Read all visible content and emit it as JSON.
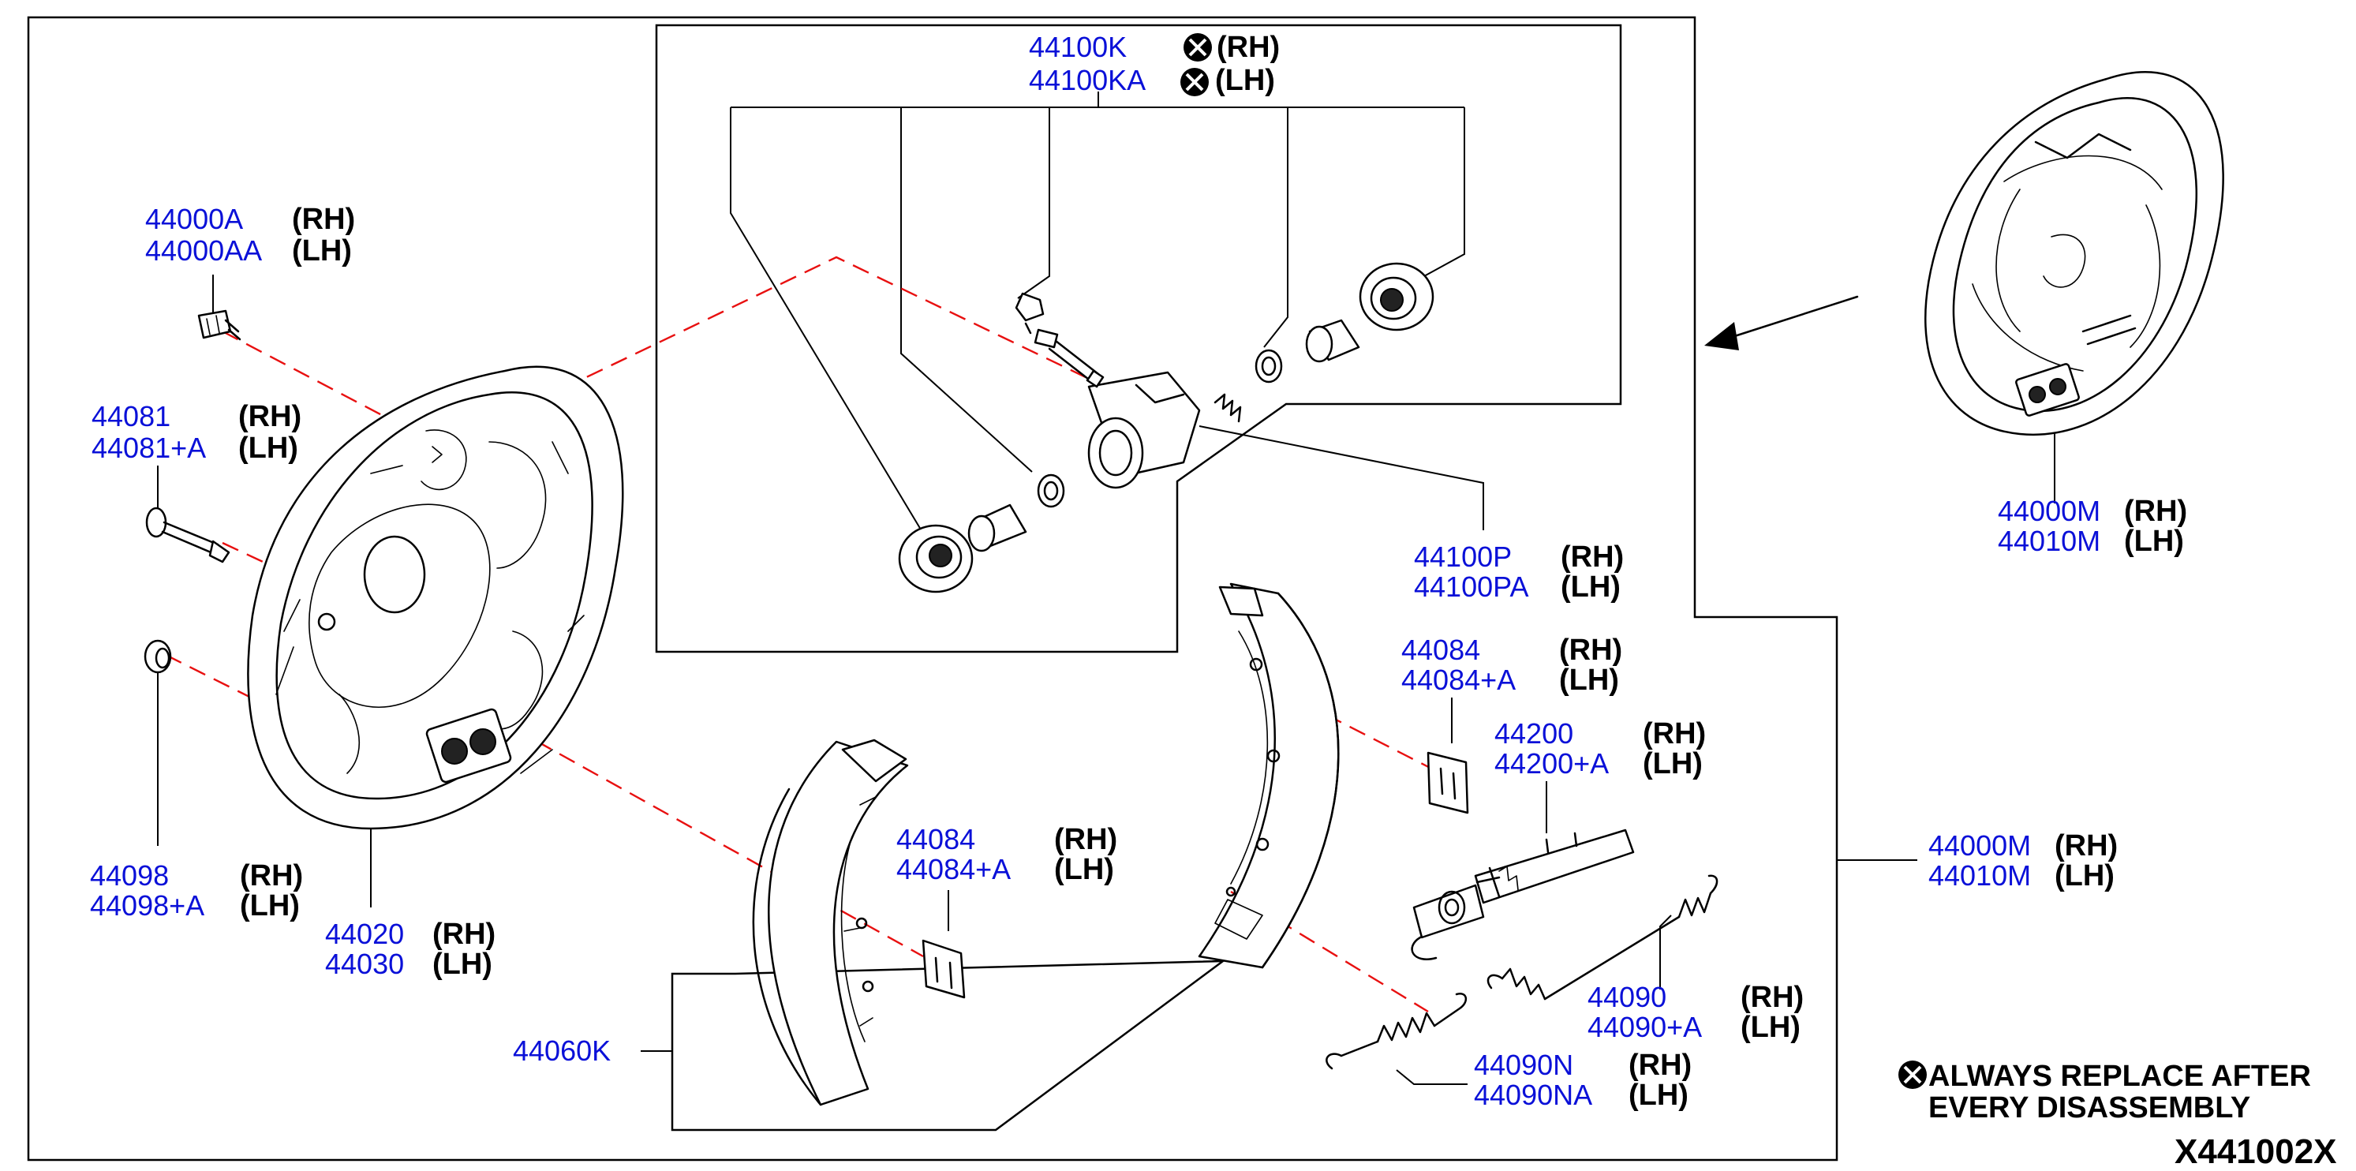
{
  "labels": {
    "wheel_cyl_kit_rh": "44100K",
    "wheel_cyl_kit_lh": "44100KA",
    "backing_bolt_rh": "44000A",
    "backing_bolt_lh": "44000AA",
    "pin_rh": "44081",
    "pin_lh": "44081+A",
    "plug_rh": "44098",
    "plug_lh": "44098+A",
    "backing_plate_rh": "44020",
    "backing_plate_lh": "44030",
    "shoe_set": "44060K",
    "retainer_left_rh": "44084",
    "retainer_left_lh": "44084+A",
    "retainer_right_rh": "44084",
    "retainer_right_lh": "44084+A",
    "wheel_cyl_assy_rh": "44100P",
    "wheel_cyl_assy_lh": "44100PA",
    "adjuster_rh": "44200",
    "adjuster_lh": "44200+A",
    "spring_upper_rh": "44090",
    "spring_upper_lh": "44090+A",
    "spring_lower_rh": "44090N",
    "spring_lower_lh": "44090NA",
    "brake_assy_mid_rh": "44000M",
    "brake_assy_mid_lh": "44010M",
    "brake_assy_top_rh": "44000M",
    "brake_assy_top_lh": "44010M"
  },
  "sides": {
    "rh": "(RH)",
    "lh": "(LH)"
  },
  "note": {
    "line1": "ALWAYS REPLACE AFTER",
    "line2": "EVERY DISASSEMBLY"
  },
  "diagram_code": "X441002X",
  "colors": {
    "part_number": "#0a10d8",
    "leader_dash": "#e81010",
    "ink": "#000000"
  },
  "icons": {
    "replace_marker": "circled-x-icon"
  }
}
